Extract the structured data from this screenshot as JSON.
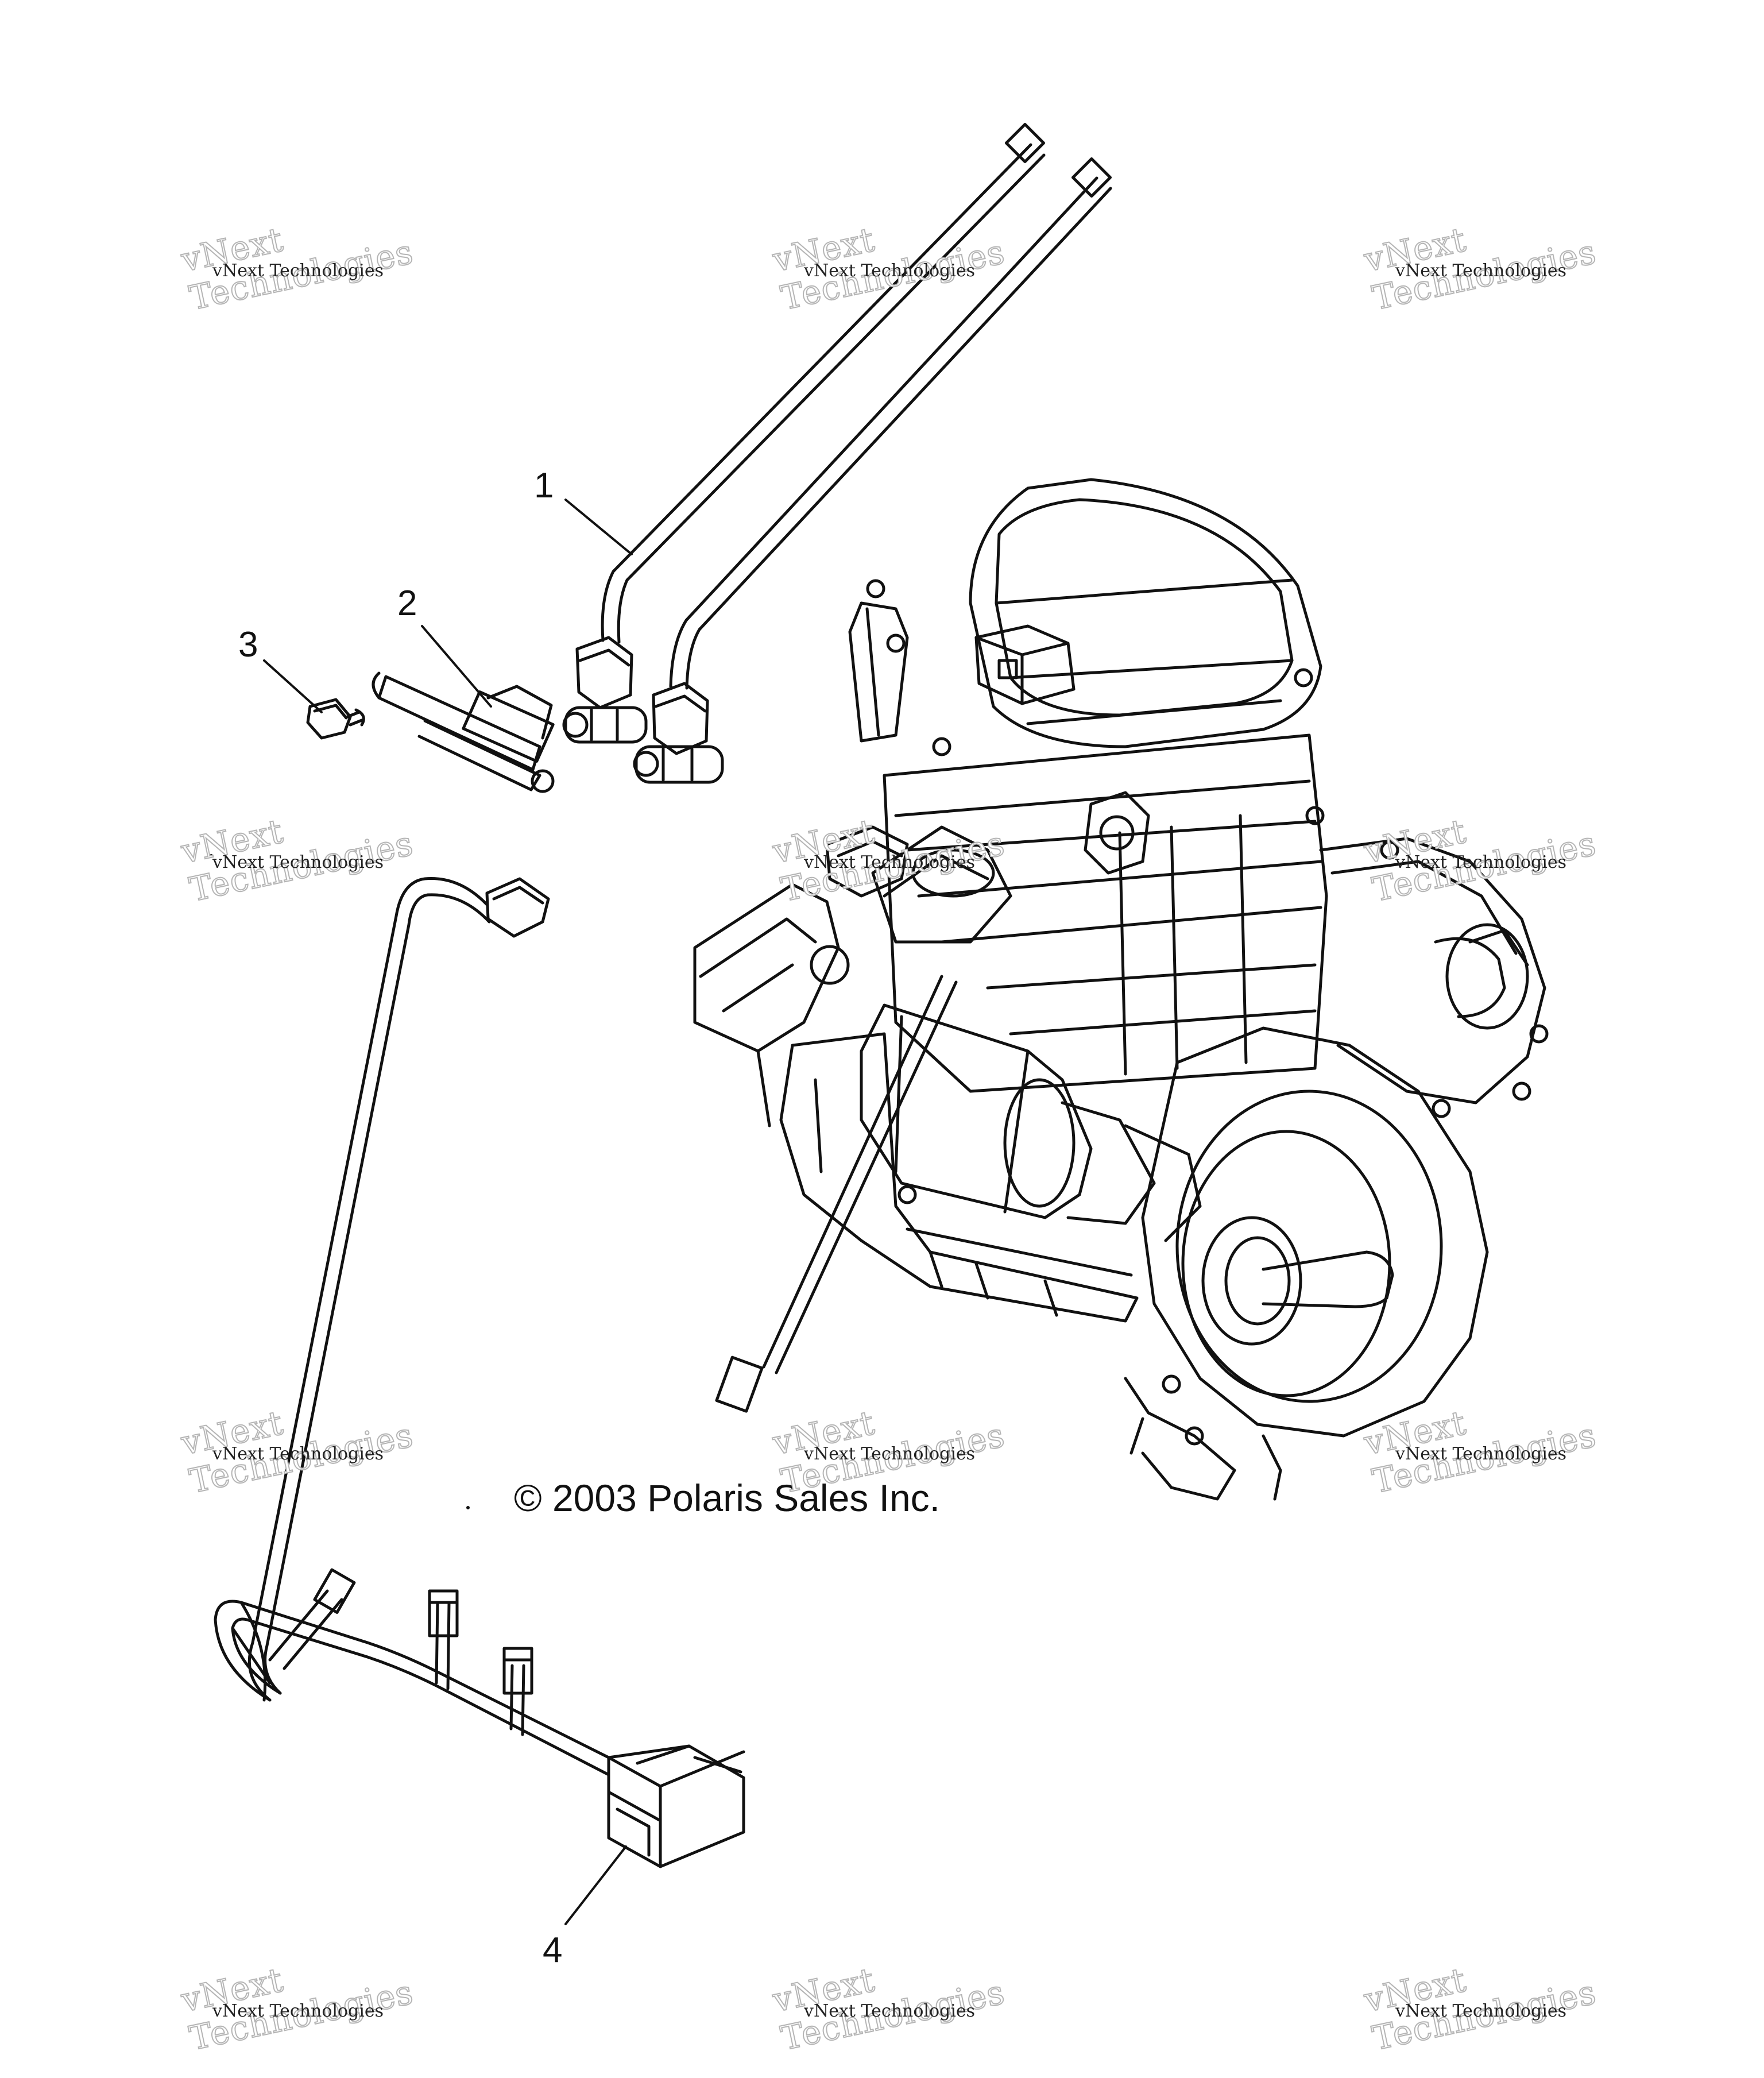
{
  "diagram": {
    "callouts": [
      {
        "id": "1",
        "label": "1"
      },
      {
        "id": "2",
        "label": "2"
      },
      {
        "id": "3",
        "label": "3"
      },
      {
        "id": "4",
        "label": "4"
      }
    ],
    "copyright": "© 2003 Polaris Sales Inc.",
    "watermark": {
      "main": "vNext Technologies",
      "line1": "vNext",
      "line2": "Technologies"
    }
  }
}
